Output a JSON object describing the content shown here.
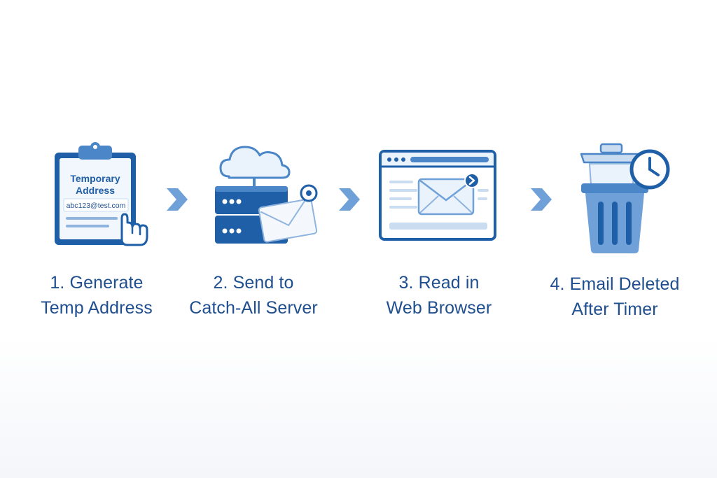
{
  "colors": {
    "primary": "#1f5fa8",
    "mid": "#4a86c8",
    "light": "#c9dcf0",
    "pale": "#eaf2fb",
    "caption": "#1f4f8f"
  },
  "steps": [
    {
      "icon": "clipboard-hand-icon",
      "card_title_1": "Temporary",
      "card_title_2": "Address",
      "card_email": "abc123@test.com",
      "caption_line1": "1. Generate",
      "caption_line2": "Temp Address"
    },
    {
      "icon": "cloud-server-email-icon",
      "caption_line1": "2. Send to",
      "caption_line2": "Catch-All Server"
    },
    {
      "icon": "browser-email-icon",
      "caption_line1": "3. Read in",
      "caption_line2": "Web Browser"
    },
    {
      "icon": "trash-timer-icon",
      "caption_line1": "4. Email Deleted",
      "caption_line2": "After Timer"
    }
  ],
  "connectors": [
    "chevron-right-icon",
    "chevron-right-icon",
    "chevron-right-icon"
  ]
}
